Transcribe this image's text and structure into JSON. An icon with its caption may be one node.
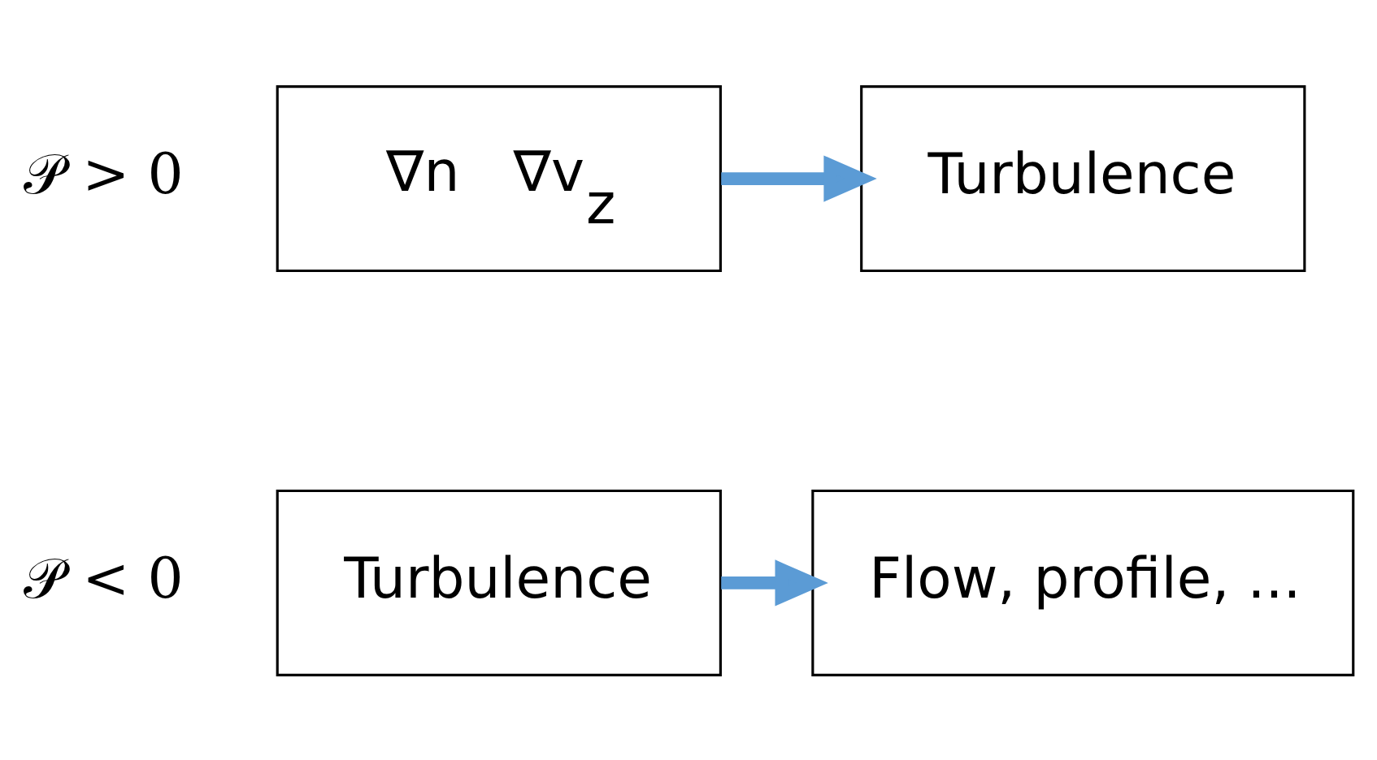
{
  "diagram": {
    "nodes": [
      {
        "text": [
          "∇n   ∇v$_{z}$"
        ]
      },
      {
        "text": [
          "Turbulence"
        ]
      },
      {
        "text": [
          "Turbulence"
        ]
      },
      {
        "text": [
          "Flow, profile, ..."
        ]
      }
    ],
    "edges": [
      {
        "from": 0,
        "to": 1,
        "arrow": "to",
        "color": "#5b9bd5"
      },
      {
        "from": 2,
        "to": 3,
        "arrow": "to",
        "color": "#5b9bd5"
      }
    ],
    "labels": [
      "𝒫 > 0",
      "𝒫 < 0"
    ]
  }
}
